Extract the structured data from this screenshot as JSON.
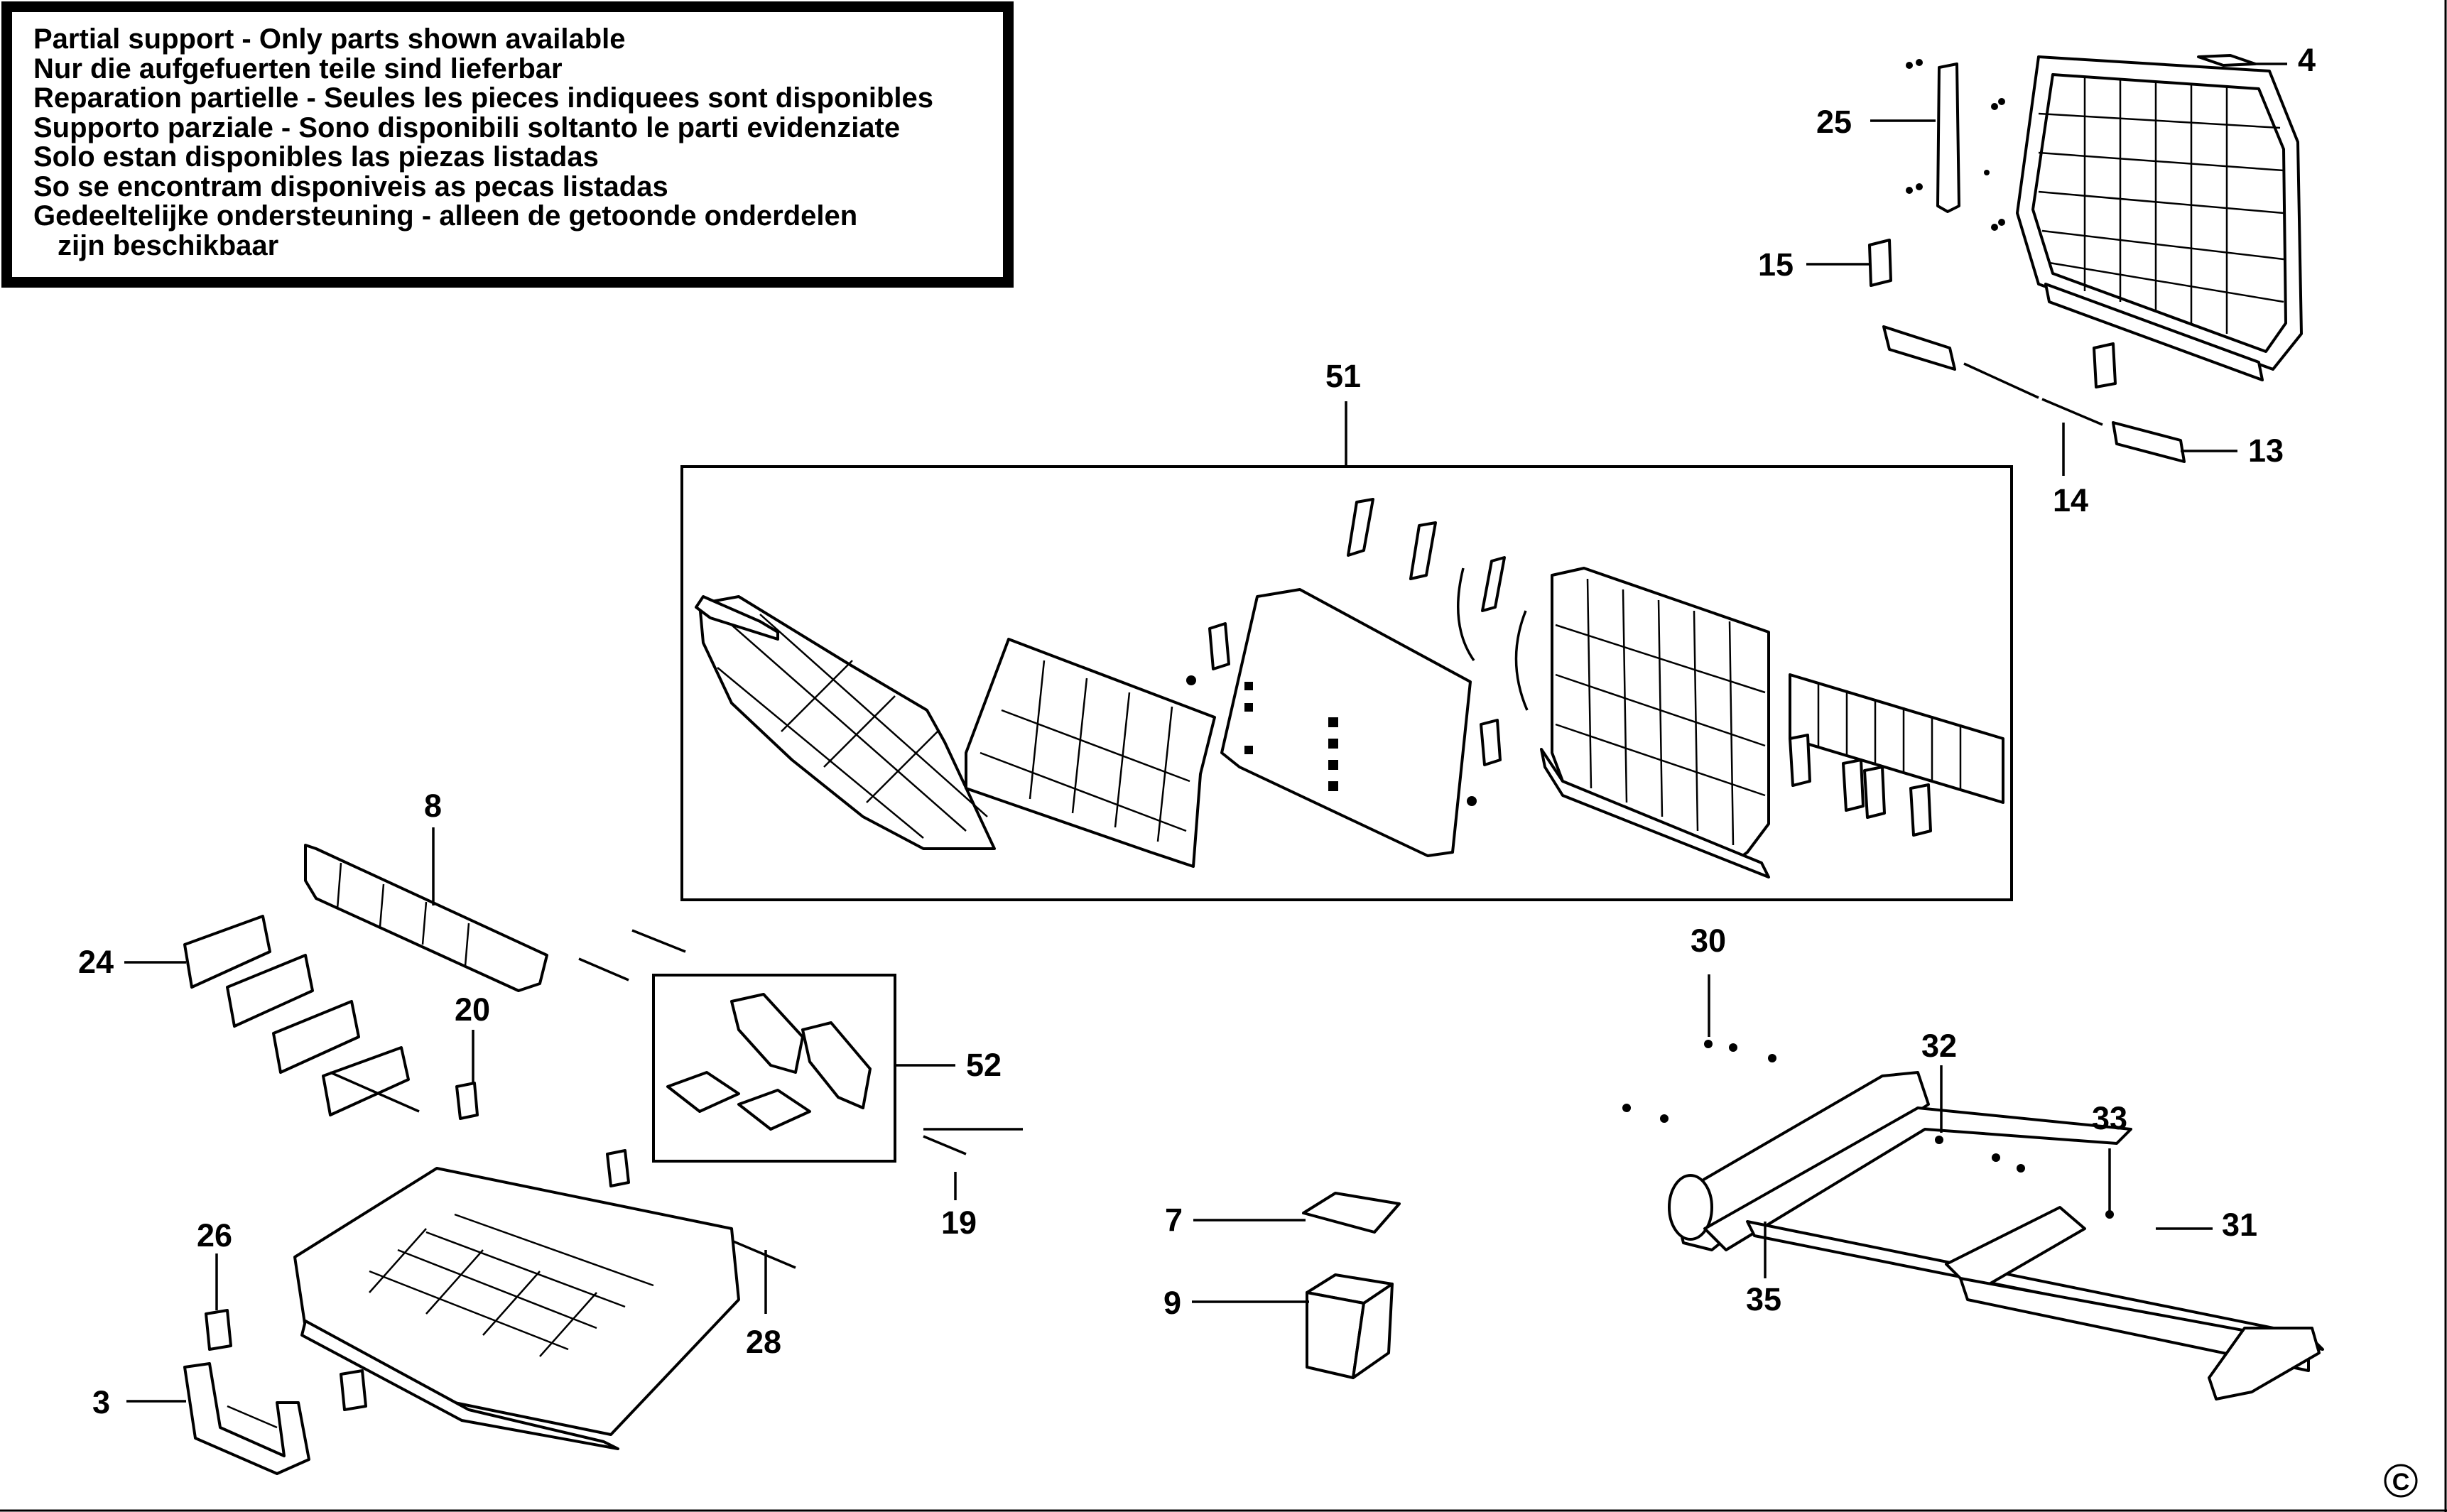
{
  "notice": {
    "lines": [
      "Partial support - Only parts shown available",
      "Nur die aufgefuerten teile sind lieferbar",
      "Reparation partielle - Seules les pieces indiquees sont disponibles",
      "Supporto parziale - Sono disponibili soltanto le parti evidenziate",
      "Solo estan disponibles las piezas listadas",
      "So se encontram disponiveis as pecas listadas",
      "Gedeeltelijke ondersteuning - alleen de getoonde onderdelen",
      "zijn beschikbaar"
    ]
  },
  "callouts": {
    "c4": "4",
    "c25": "25",
    "c15": "15",
    "c13": "13",
    "c14": "14",
    "c51": "51",
    "c8": "8",
    "c24": "24",
    "c20": "20",
    "c52": "52",
    "c19": "19",
    "c26": "26",
    "c3": "3",
    "c28": "28",
    "c7": "7",
    "c9": "9",
    "c30": "30",
    "c32": "32",
    "c33": "33",
    "c31": "31",
    "c35": "35"
  },
  "copyright_symbol": "C",
  "icons": [
    "copyright-icon"
  ]
}
